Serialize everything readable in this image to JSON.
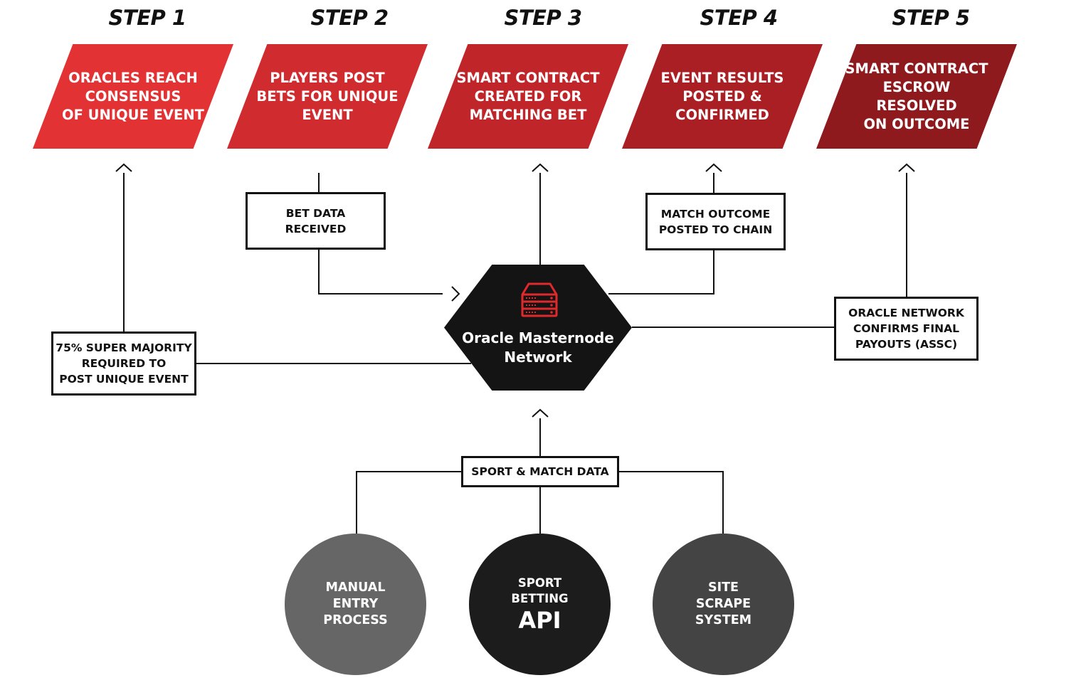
{
  "colors": {
    "step1": "#e23234",
    "step2": "#d02b2e",
    "step3": "#bf2529",
    "step4": "#a91f24",
    "step5": "#8e1a1e",
    "hub": "#141414",
    "manual_entry": "#666666",
    "api": "#1c1c1c",
    "site_scrape": "#444444",
    "lines": "#111111"
  },
  "steps": [
    {
      "title": "STEP 1",
      "text": "ORACLES REACH\nCONSENSUS\nOF UNIQUE EVENT"
    },
    {
      "title": "STEP 2",
      "text": "PLAYERS POST\nBETS FOR UNIQUE\nEVENT"
    },
    {
      "title": "STEP 3",
      "text": "SMART CONTRACT\nCREATED FOR\nMATCHING BET"
    },
    {
      "title": "STEP 4",
      "text": "EVENT RESULTS\nPOSTED &\nCONFIRMED"
    },
    {
      "title": "STEP 5",
      "text": "SMART CONTRACT\nESCROW RESOLVED\nON OUTCOME"
    }
  ],
  "boxes": {
    "bet_data": "BET DATA\nRECEIVED",
    "match_outcome": "MATCH OUTCOME\nPOSTED TO CHAIN",
    "super_majority": "75% SUPER MAJORITY\nREQUIRED TO\nPOST UNIQUE EVENT",
    "oracle_confirms": "ORACLE NETWORK\nCONFIRMS FINAL\nPAYOUTS (ASSC)",
    "sport_match_data": "SPORT & MATCH DATA"
  },
  "hub": {
    "label": "Oracle Masternode\nNetwork",
    "icon": "server-icon"
  },
  "sources": {
    "manual_entry": "MANUAL\nENTRY\nPROCESS",
    "api_small": "SPORT\nBETTING",
    "api_big": "API",
    "site_scrape": "SITE\nSCRAPE\nSYSTEM"
  }
}
